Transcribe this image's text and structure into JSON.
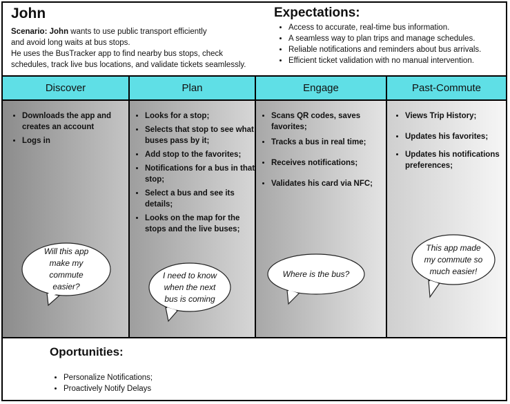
{
  "persona": {
    "name": "John",
    "scenario_label": "Scenario:",
    "scenario_name": "John",
    "scenario_line1_rest": " wants to use public transport efficiently",
    "scenario_line2": "and avoid long waits at bus stops.",
    "scenario_line3": "He uses the BusTracker app to find nearby bus stops, check",
    "scenario_line4": "schedules, track live bus locations, and validate tickets seamlessly."
  },
  "expectations": {
    "title": "Expectations:",
    "items": [
      "Access to accurate, real-time bus information.",
      "A seamless way to plan trips and manage schedules.",
      "Reliable notifications and reminders about bus arrivals.",
      "Efficient ticket validation with no manual intervention."
    ]
  },
  "phases": [
    {
      "title": "Discover",
      "actions": [
        "Downloads the app and creates an account",
        "Logs in"
      ],
      "thought": "Will this app make my commute easier?"
    },
    {
      "title": "Plan",
      "actions": [
        "Looks for a stop;",
        "Selects that stop to see what buses pass by it;",
        "Add stop to the favorites;",
        "Notifications for a bus in that stop;",
        "Select a bus and see its details;",
        "Looks on the map for the stops and the live buses;"
      ],
      "thought": "I need to know when the next bus is coming"
    },
    {
      "title": "Engage",
      "actions": [
        "Scans QR codes, saves favorites;",
        "Tracks a bus in real time;",
        "Receives notifications;",
        "Validates his card via NFC;"
      ],
      "thought": "Where is the bus?"
    },
    {
      "title": "Past-Commute",
      "actions": [
        "Views Trip History;",
        "Updates his favorites;",
        "Updates his notifications preferences;"
      ],
      "thought": "This app made my commute so much easier!"
    }
  ],
  "opportunities": {
    "title": "Oportunities:",
    "items": [
      "Personalize Notifications;",
      "Proactively Notify Delays"
    ]
  },
  "colors": {
    "header_fill": "#5fdfe6",
    "border": "#000000"
  }
}
